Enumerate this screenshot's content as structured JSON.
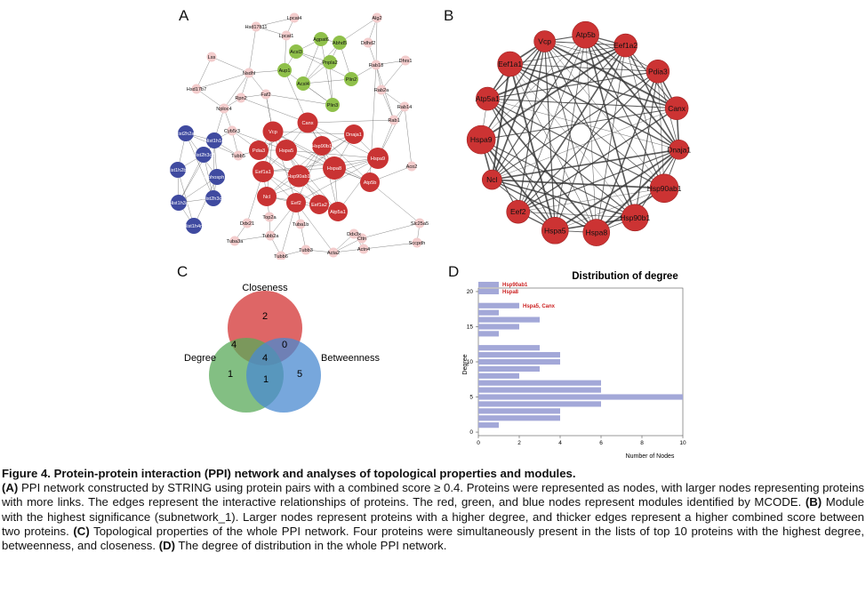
{
  "panels": {
    "a": {
      "letter": "A",
      "nodes": [
        {
          "label": "Lpcat4",
          "c": "pink"
        },
        {
          "label": "Hsd17b11",
          "c": "pink"
        },
        {
          "label": "Lpcat1",
          "c": "pink"
        },
        {
          "label": "Alg2",
          "c": "pink"
        },
        {
          "label": "Ddhd2",
          "c": "pink"
        },
        {
          "label": "Dhrs1",
          "c": "pink"
        },
        {
          "label": "Lss",
          "c": "pink"
        },
        {
          "label": "Nsdhl",
          "c": "pink"
        },
        {
          "label": "Hsd17b7",
          "c": "pink"
        },
        {
          "label": "Agpat6",
          "c": "green"
        },
        {
          "label": "Abhd5",
          "c": "green"
        },
        {
          "label": "Acsl3",
          "c": "green"
        },
        {
          "label": "Pnpla2",
          "c": "green"
        },
        {
          "label": "Aup1",
          "c": "green"
        },
        {
          "label": "Plin2",
          "c": "green"
        },
        {
          "label": "Acsl4",
          "c": "green"
        },
        {
          "label": "Plin3",
          "c": "green"
        },
        {
          "label": "Rab18",
          "c": "pink"
        },
        {
          "label": "Rab2a",
          "c": "pink"
        },
        {
          "label": "Rab14",
          "c": "pink"
        },
        {
          "label": "Rab1",
          "c": "pink"
        },
        {
          "label": "Rpn2",
          "c": "pink"
        },
        {
          "label": "Faf2",
          "c": "pink"
        },
        {
          "label": "Nploc4",
          "c": "pink"
        },
        {
          "label": "Cyb5r3",
          "c": "pink"
        },
        {
          "label": "Tubb5",
          "c": "pink"
        },
        {
          "label": "Canx",
          "c": "red"
        },
        {
          "label": "Vcp",
          "c": "red"
        },
        {
          "label": "Dnaja1",
          "c": "red"
        },
        {
          "label": "Pdia3",
          "c": "red"
        },
        {
          "label": "Hspa5",
          "c": "red"
        },
        {
          "label": "Hsp90b1",
          "c": "red"
        },
        {
          "label": "Eef1a1",
          "c": "red"
        },
        {
          "label": "Hspa9",
          "c": "red"
        },
        {
          "label": "Hspa8",
          "c": "red"
        },
        {
          "label": "Hsp90ab1",
          "c": "red"
        },
        {
          "label": "Atp5b",
          "c": "red"
        },
        {
          "label": "Ncl",
          "c": "red"
        },
        {
          "label": "Eef2",
          "c": "red"
        },
        {
          "label": "Eef1a2",
          "c": "red"
        },
        {
          "label": "Atp5a1",
          "c": "red"
        },
        {
          "label": "Aco2",
          "c": "pink"
        },
        {
          "label": "Cttn",
          "c": "pink"
        },
        {
          "label": "Slc25a5",
          "c": "pink"
        },
        {
          "label": "Sccpdh",
          "c": "pink"
        },
        {
          "label": "Ddx21",
          "c": "pink"
        },
        {
          "label": "Top2a",
          "c": "pink"
        },
        {
          "label": "Tuba1b",
          "c": "pink"
        },
        {
          "label": "Tubb2a",
          "c": "pink"
        },
        {
          "label": "Ddx3x",
          "c": "pink"
        },
        {
          "label": "Tuba3a",
          "c": "pink"
        },
        {
          "label": "Tubb3",
          "c": "pink"
        },
        {
          "label": "Acta2",
          "c": "pink"
        },
        {
          "label": "Actn4",
          "c": "pink"
        },
        {
          "label": "Tubb6",
          "c": "pink"
        },
        {
          "label": "Hist2h2ab",
          "c": "blue"
        },
        {
          "label": "Hist1h1c",
          "c": "blue"
        },
        {
          "label": "Hist2h3c2",
          "c": "blue"
        },
        {
          "label": "Hist1h2bq",
          "c": "blue"
        },
        {
          "label": "Mphosph1a",
          "c": "blue"
        },
        {
          "label": "Hist2h3c2",
          "c": "blue"
        },
        {
          "label": "Hist1h3a",
          "c": "blue"
        },
        {
          "label": "Hist1h4m",
          "c": "blue"
        }
      ]
    },
    "b": {
      "letter": "B",
      "nodes": [
        "Atp5b",
        "Eef1a2",
        "Pdia3",
        "Canx",
        "Dnaja1",
        "Hsp90ab1",
        "Hsp90b1",
        "Hspa8",
        "Hspa5",
        "Eef2",
        "Ncl",
        "Hspa9",
        "Atp5a1",
        "Eef1a1",
        "Vcp"
      ]
    },
    "c": {
      "letter": "C",
      "sets": {
        "closeness": "Closeness",
        "degree": "Degree",
        "betweenness": "Betweenness"
      },
      "regions": {
        "closeness_only": "2",
        "degree_only": "1",
        "betweenness_only": "5",
        "degree_closeness": "4",
        "closeness_betweenness": "0",
        "degree_betweenness": "1",
        "all": "4"
      },
      "colors": {
        "closeness": "#d84b4b",
        "degree": "#5aaa5a",
        "betweenness": "#4a8ad0"
      }
    },
    "d": {
      "letter": "D"
    }
  },
  "chart_data": {
    "type": "bar",
    "orientation": "horizontal",
    "title": "Distribution of degree",
    "xlabel": "Number of Nodes",
    "ylabel": "Degree",
    "xlim": [
      0,
      10
    ],
    "ylim": [
      0,
      21
    ],
    "x_ticks": [
      "0",
      "2",
      "4",
      "6",
      "8",
      "10"
    ],
    "y_ticks": [
      "0",
      "5",
      "10",
      "15",
      "20"
    ],
    "degrees": [
      1,
      2,
      3,
      4,
      5,
      6,
      7,
      8,
      9,
      10,
      11,
      12,
      13,
      14,
      15,
      16,
      17,
      18,
      20,
      21
    ],
    "counts": [
      1,
      4,
      4,
      6,
      10,
      6,
      6,
      2,
      3,
      4,
      4,
      3,
      0,
      1,
      2,
      3,
      1,
      2,
      1,
      1
    ],
    "bar_color": "#a3a8d8",
    "annotations": [
      {
        "degree": 21,
        "text": "Hsp90ab1"
      },
      {
        "degree": 20,
        "text": "Hspa8"
      },
      {
        "degree": 18,
        "text": "Hspa5, Canx"
      }
    ],
    "annotation_color": "#cc2222"
  },
  "caption": {
    "title": "Figure 4. Protein-protein interaction (PPI) network and analyses of topological properties and modules.",
    "parts": [
      {
        "label": "(A)",
        "text": " PPI network constructed by STRING using protein pairs with a combined score ≥ 0.4. Proteins were represented as nodes, with larger nodes representing proteins with more links. The edges represent the interactive relationships of proteins. The red, green, and blue nodes represent modules identified by MCODE. "
      },
      {
        "label": "(B)",
        "text": " Module with the highest significance (subnetwork_1). Larger nodes represent proteins with a higher degree, and thicker edges represent a higher combined score between two proteins. "
      },
      {
        "label": "(C)",
        "text": " Topological properties of the whole PPI network. Four proteins were simultaneously present in the lists of top 10 proteins with the highest degree, betweenness, and closeness. "
      },
      {
        "label": "(D)",
        "text": " The degree of distribution in the whole PPI network."
      }
    ]
  }
}
